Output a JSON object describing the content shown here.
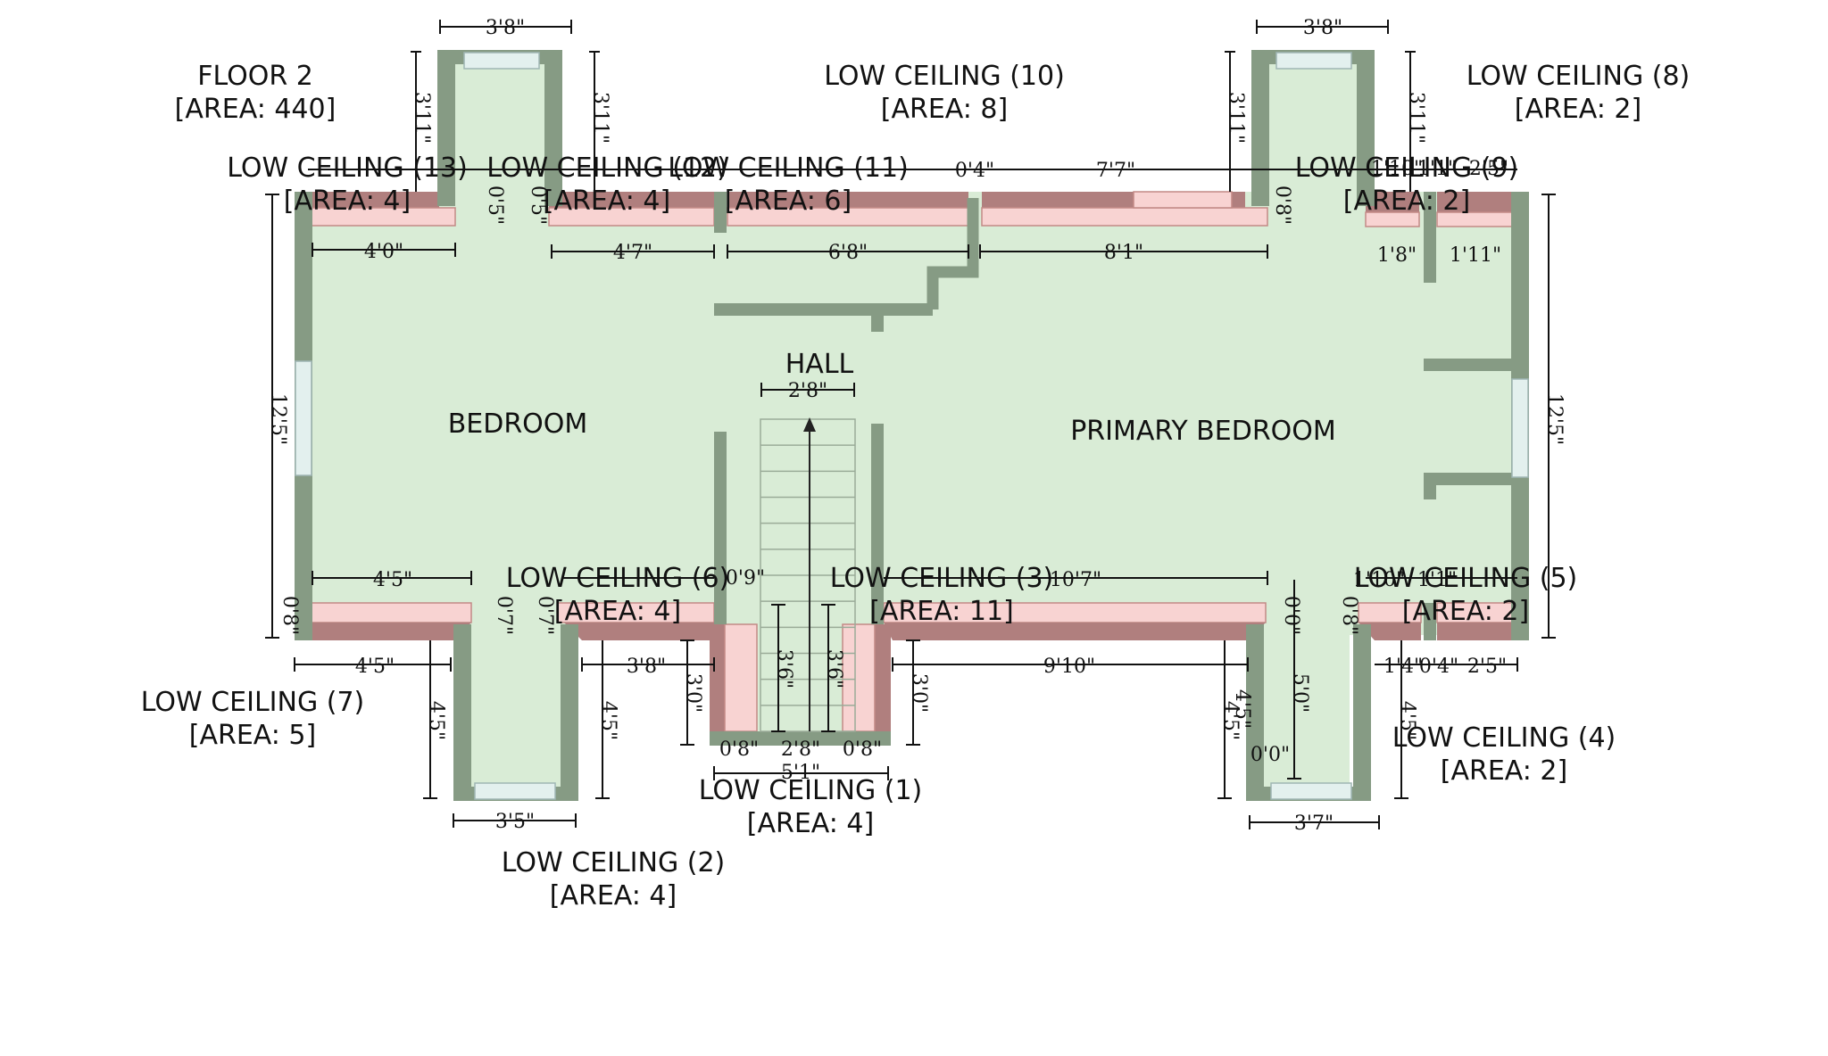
{
  "floor": {
    "name": "FLOOR 2",
    "area": "[AREA: 440]"
  },
  "rooms": {
    "bedroom": "BEDROOM",
    "hall": "HALL",
    "primary_bedroom": "PRIMARY BEDROOM"
  },
  "low_ceilings": {
    "lc1": {
      "name": "LOW CEILING (1)",
      "area": "[AREA: 4]"
    },
    "lc2": {
      "name": "LOW CEILING (2)",
      "area": "[AREA: 4]"
    },
    "lc3": {
      "name": "LOW CEILING (3)",
      "area": "[AREA: 11]"
    },
    "lc4": {
      "name": "LOW CEILING (4)",
      "area": "[AREA: 2]"
    },
    "lc5": {
      "name": "LOW CEILING (5)",
      "area": "[AREA: 2]"
    },
    "lc6": {
      "name": "LOW CEILING (6)",
      "area": "[AREA: 4]"
    },
    "lc7": {
      "name": "LOW CEILING (7)",
      "area": "[AREA: 5]"
    },
    "lc8": {
      "name": "LOW CEILING (8)",
      "area": "[AREA: 2]"
    },
    "lc9": {
      "name": "LOW CEILING (9)",
      "area": "[AREA: 2]"
    },
    "lc10": {
      "name": "LOW CEILING (10)",
      "area": "[AREA: 8]"
    },
    "lc11": {
      "name": "LOW CEILING (11)",
      "area": "[AREA: 6]"
    },
    "lc12": {
      "name": "LOW CEILING (12)",
      "area": "[AREA: 4]"
    },
    "lc13": {
      "name": "LOW CEILING (13)",
      "area": "[AREA: 4]"
    }
  },
  "dimensions": {
    "top_dormer_left_width": "3'8\"",
    "top_dormer_right_width": "3'8\"",
    "top_dormer_left_depth_l": "3'11\"",
    "top_dormer_left_depth_r": "3'11\"",
    "top_dormer_right_depth_l": "3'11\"",
    "top_dormer_right_depth_r": "3'11\"",
    "top_seg_4_0": "4'0\"",
    "top_seg_4_7": "4'7\"",
    "top_seg_6_8": "6'8\"",
    "top_seg_8_1": "8'1\"",
    "top_seg_7_7": "7'7\"",
    "top_seg_0_4": "0'4\"",
    "top_seg_1_8": "1'8\"",
    "top_seg_1_11": "1'11\"",
    "top_seg_1_1": "1'1\"",
    "top_seg_1_10": "1'10\"",
    "top_seg_2_5": "2'5\"",
    "top_small_0_5a": "0'5\"",
    "top_small_0_5b": "0'5\"",
    "top_small_0_8": "0'8\"",
    "left_height": "12'5\"",
    "right_height": "12'5\"",
    "hall_width": "2'8\"",
    "bot_seg_4_5_upper": "4'5\"",
    "bot_seg_4_5_lower": "4'5\"",
    "bot_seg_3_8": "3'8\"",
    "bot_seg_9_10": "9'10\"",
    "bot_seg_10_7": "10'7\"",
    "bot_seg_1_4": "1'4\"",
    "bot_seg_0_4": "0'4\"",
    "bot_seg_2_5": "2'5\"",
    "bot_seg_1_10": "1'10\"",
    "bot_seg_1_1": "1'1\"",
    "bot_seg_0_9": "0'9\"",
    "bot_seg_0_8a": "0'8\"",
    "bot_seg_0_8b": "0'8\"",
    "bot_seg_0_7a": "0'7\"",
    "bot_seg_0_7b": "0'7\"",
    "bot_seg_0_0": "0'0\"",
    "stair_3_6_left": "3'6\"",
    "stair_3_6_right": "3'6\"",
    "stair_3_0_left": "3'0\"",
    "stair_3_0_right": "3'0\"",
    "stair_bottom_2_8": "2'8\"",
    "stair_bottom_5_1": "5'1\"",
    "stair_bottom_0_8a": "0'8\"",
    "stair_bottom_0_8b": "0'8\"",
    "dormer_bl_depth_l": "4'5\"",
    "dormer_bl_depth_r": "4'5\"",
    "dormer_bl_width": "3'5\"",
    "dormer_br_depth_l": "4'5\"",
    "dormer_br_depth_r": "4'5\"",
    "dormer_br_mid": "5'0\"",
    "dormer_br_width": "3'7\"",
    "dormer_br_0_0": "0'0\"",
    "dormer_br_4_5_alt": "4'5\""
  },
  "colors": {
    "wall": "#869b84",
    "floor": "#d9ecd6",
    "low_ceiling": "#f8d3d2",
    "low_ceiling_slope": "#b07f7e",
    "window": "#e3f0ee"
  }
}
